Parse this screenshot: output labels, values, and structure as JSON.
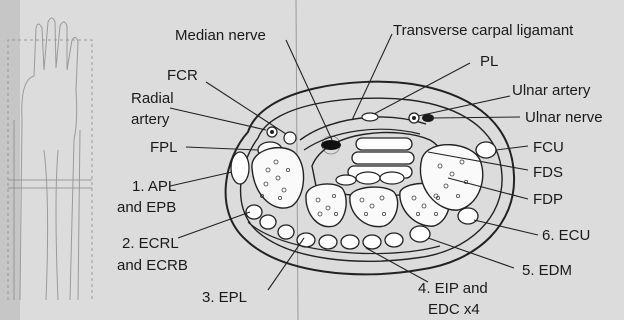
{
  "labels": {
    "median_nerve": "Median nerve",
    "transverse_carpal_ligament": "Transverse carpal ligamant",
    "pl": "PL",
    "fcr": "FCR",
    "ulnar_artery": "Ulnar artery",
    "radial_artery_line1": "Radial",
    "radial_artery_line2": "artery",
    "ulnar_nerve": "Ulnar nerve",
    "fpl": "FPL",
    "fcu": "FCU",
    "fds": "FDS",
    "apl_epb_line1": "1. APL",
    "apl_epb_line2": "and EPB",
    "fdp": "FDP",
    "ecu": "6. ECU",
    "ecrl_ecrb_line1": "2. ECRL",
    "ecrl_ecrb_line2": "and ECRB",
    "edm": "5. EDM",
    "epl": "3. EPL",
    "eip_edc_line1": "4. EIP and",
    "eip_edc_line2": "EDC x4"
  },
  "colors": {
    "background": "#dcdcdc",
    "ink": "#1a1a1a",
    "tissue": "#f2f2f2",
    "tendon": "#ffffff"
  },
  "icons": {
    "thumbnail": "hand-wrist-section-icon"
  }
}
